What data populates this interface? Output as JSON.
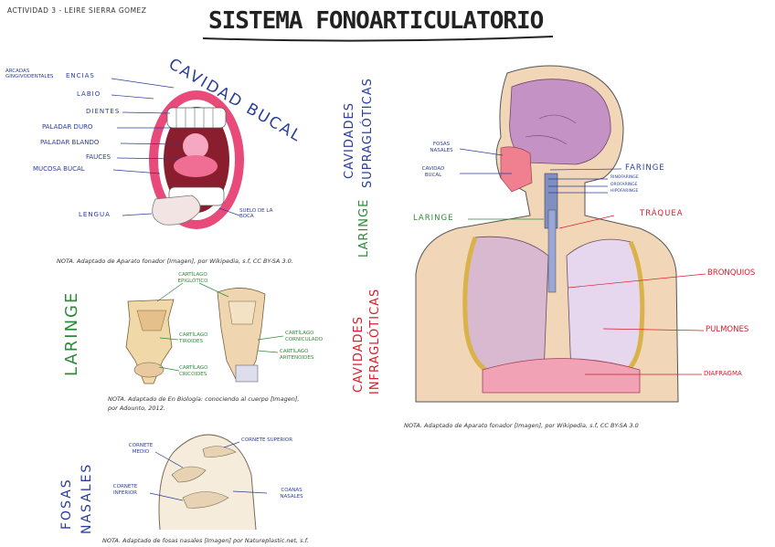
{
  "author": "ACTIVIDAD 3 - LEIRE SIERRA GOMEZ",
  "title": "SISTEMA FONOARTICULATORIO",
  "colors": {
    "blue": "#2a3d9c",
    "green": "#2e8b3a",
    "red": "#d81e2a",
    "lip": "#e84a7a",
    "skin": "#f2d6b8"
  },
  "mouth": {
    "heading": "CAVIDAD BUCAL",
    "labels": [
      "ARCADAS GINGIVODENTALES",
      "ENCIAS",
      "LABIO",
      "DIENTES",
      "PALADAR DURO",
      "PALADAR BLANDO",
      "FAUCES",
      "MUCOSA BUCAL",
      "LENGUA",
      "SUELO DE LA BOCA"
    ],
    "note": "NOTA. Adaptado de Aparato fonador [Imagen], por Wikipedia, s.f, CC BY-SA 3.0."
  },
  "laringe": {
    "heading": "LARINGE",
    "labels": [
      "CARTÍLAGO EPIGLÓTICO",
      "CARTÍLAGO TIROIDES",
      "CARTÍLAGO CRICOIDES",
      "CARTÍLAGO CORNICULADO",
      "CARTÍLAGO ARITENOIDES"
    ],
    "note1": "NOTA. Adaptado de En Biología: conociendo al cuerpo [Imagen],",
    "note2": "por Adounto, 2012."
  },
  "fosas": {
    "heading1": "FOSAS",
    "heading2": "NASALES",
    "labels": [
      "CORNETE MEDIO",
      "CORNETE SUPERIOR",
      "CORNETE INFERIOR",
      "COANAS NASALES"
    ],
    "note": "NOTA. Adaptado de fosas nasales [Imagen] por Natureplastic.net, s.f."
  },
  "middle": {
    "supra1": "CAVIDADES",
    "supra2": "SUPRAGLÓTICAS",
    "laringe": "LARINGE",
    "infra1": "CAVIDADES",
    "infra2": "INFRAGLÓTICAS"
  },
  "body": {
    "left_labels": [
      "FOSAS NASALES",
      "CAVIDAD BUCAL",
      "LARINGE"
    ],
    "right_labels": [
      "FARINGE",
      "RINOFARINGE",
      "OROFARINGE",
      "HIPOFARINGE",
      "TRÁQUEA",
      "BRONQUIOS",
      "PULMONES",
      "DIAFRAGMA"
    ],
    "note": "NOTA. Adaptado de Aparato fonador [Imagen], por Wikipedia, s.f, CC BY-SA 3.0"
  }
}
